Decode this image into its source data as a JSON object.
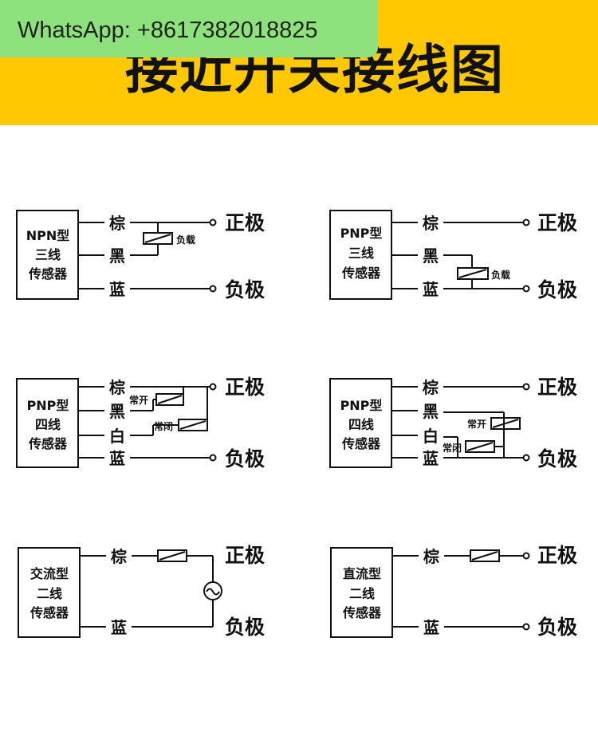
{
  "watermark": "WhatsApp: +8617382018825",
  "title": "接近开关接线图",
  "colors": {
    "banner": "#ffc800",
    "watermark_bg": "#8ee27d",
    "line": "#111111"
  },
  "wires": {
    "brown": "棕",
    "black": "黑",
    "white": "白",
    "blue": "蓝"
  },
  "poles": {
    "positive": "正极",
    "negative": "负极"
  },
  "labels": {
    "load": "负载",
    "normally_open": "常开",
    "normally_closed": "常闭"
  },
  "diagrams": {
    "npn3": {
      "line1": "NPN型",
      "line2": "三线",
      "line3": "传感器"
    },
    "pnp3": {
      "line1": "PNP型",
      "line2": "三线",
      "line3": "传感器"
    },
    "pnp4a": {
      "line1": "PNP型",
      "line2": "四线",
      "line3": "传感器"
    },
    "pnp4b": {
      "line1": "PNP型",
      "line2": "四线",
      "line3": "传感器"
    },
    "ac2": {
      "line1": "交流型",
      "line2": "二线",
      "line3": "传感器"
    },
    "dc2": {
      "line1": "直流型",
      "line2": "二线",
      "line3": "传感器"
    }
  }
}
